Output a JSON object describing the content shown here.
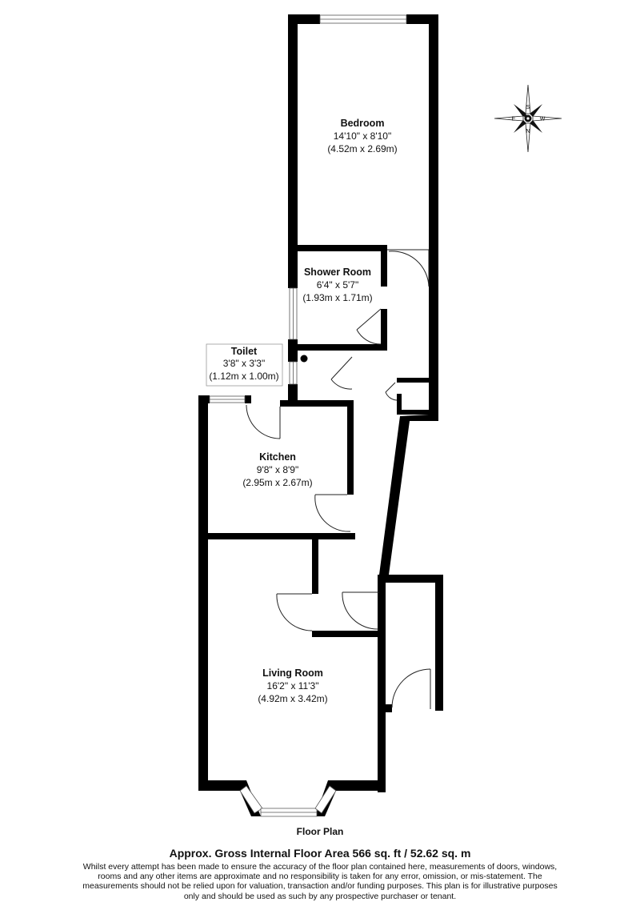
{
  "compass": {
    "north": "N",
    "south": "S",
    "east": "E",
    "west": "W"
  },
  "rooms": {
    "bedroom": {
      "name": "Bedroom",
      "imperial": "14'10\" x 8'10\"",
      "metric": "(4.52m x 2.69m)"
    },
    "shower_room": {
      "name": "Shower Room",
      "imperial": "6'4\" x 5'7\"",
      "metric": "(1.93m x 1.71m)"
    },
    "toilet": {
      "name": "Toilet",
      "imperial": "3'8\" x 3'3\"",
      "metric": "(1.12m x 1.00m)"
    },
    "kitchen": {
      "name": "Kitchen",
      "imperial": "9'8\" x 8'9\"",
      "metric": "(2.95m x 2.67m)"
    },
    "living_room": {
      "name": "Living Room",
      "imperial": "16'2\" x 11'3\"",
      "metric": "(4.92m x 3.42m)"
    }
  },
  "footer": {
    "title": "Floor Plan",
    "area": "Approx. Gross Internal Floor Area 566 sq. ft / 52.62 sq. m",
    "disclaimer": "Whilst every attempt has been made to ensure the accuracy of the floor plan contained here, measurements of doors, windows, rooms and any other items are approximate and no responsibility is taken for any error, omission, or mis-statement. The measurements should not be relied upon for valuation, transaction and/or funding purposes. This plan is for illustrative purposes only and should be used as such by any prospective purchaser or tenant."
  }
}
